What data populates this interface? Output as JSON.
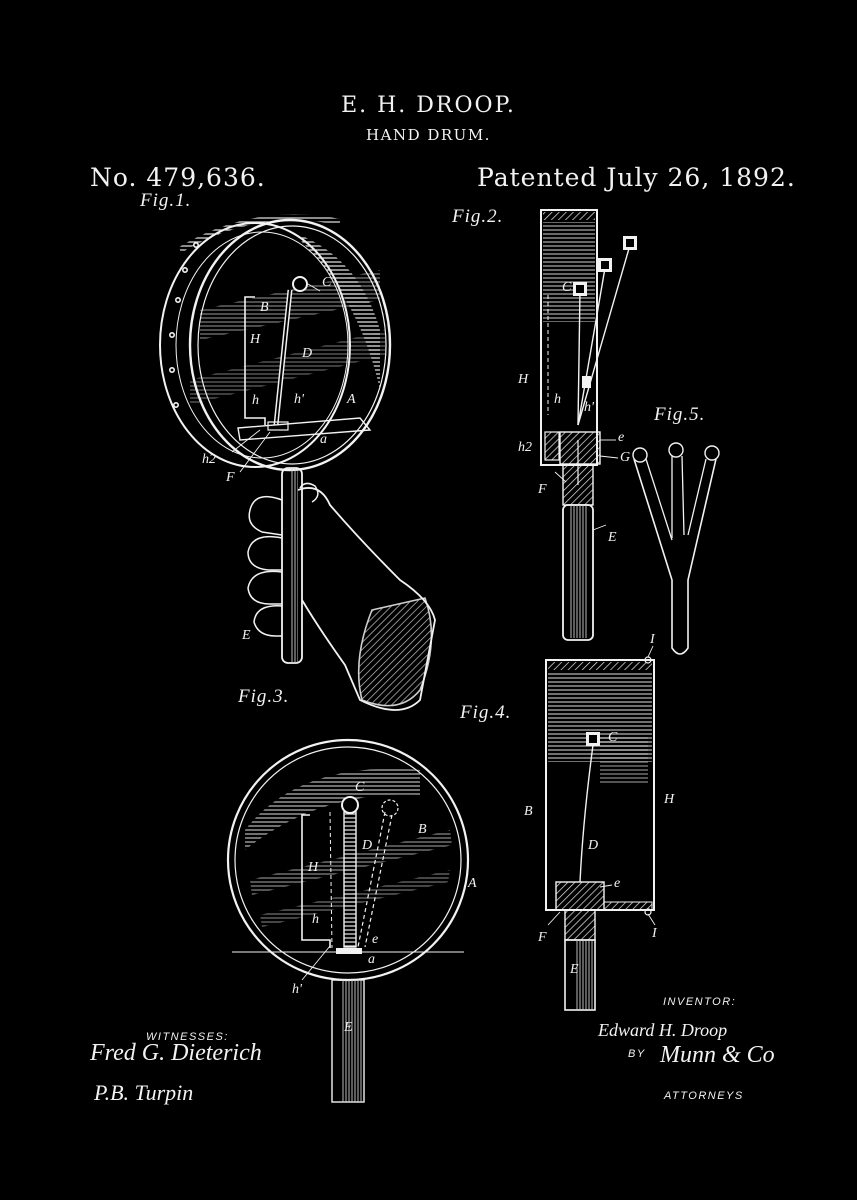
{
  "header": {
    "inventor_name": "E. H. DROOP.",
    "title": "HAND DRUM.",
    "patent_number": "No. 479,636.",
    "patent_date": "Patented July 26, 1892."
  },
  "figures": [
    {
      "id": "fig1",
      "label": "Fig.1.",
      "refs": [
        "C",
        "B",
        "H",
        "D",
        "h",
        "h'",
        "A",
        "a",
        "h2",
        "F",
        "E"
      ]
    },
    {
      "id": "fig2",
      "label": "Fig.2.",
      "refs": [
        "C",
        "H",
        "h",
        "h'",
        "h2",
        "e",
        "G",
        "F",
        "E"
      ]
    },
    {
      "id": "fig3",
      "label": "Fig.3.",
      "refs": [
        "C",
        "B",
        "D",
        "H",
        "A",
        "h",
        "e",
        "a",
        "h'",
        "E"
      ]
    },
    {
      "id": "fig4",
      "label": "Fig.4.",
      "refs": [
        "I",
        "C",
        "H",
        "B",
        "D",
        "e",
        "F",
        "I",
        "E"
      ]
    },
    {
      "id": "fig5",
      "label": "Fig.5.",
      "refs": []
    }
  ],
  "footer": {
    "witnesses_label": "WITNESSES:",
    "witness_1": "Fred G. Dieterich",
    "witness_2": "P.B. Turpin",
    "inventor_label": "INVENTOR:",
    "inventor_signature": "Edward H. Droop",
    "by_label": "BY",
    "attorneys_signature": "Munn & Co",
    "attorneys_label": "ATTORNEYS"
  },
  "colors": {
    "background": "#000000",
    "ink": "#f2f2f2"
  }
}
